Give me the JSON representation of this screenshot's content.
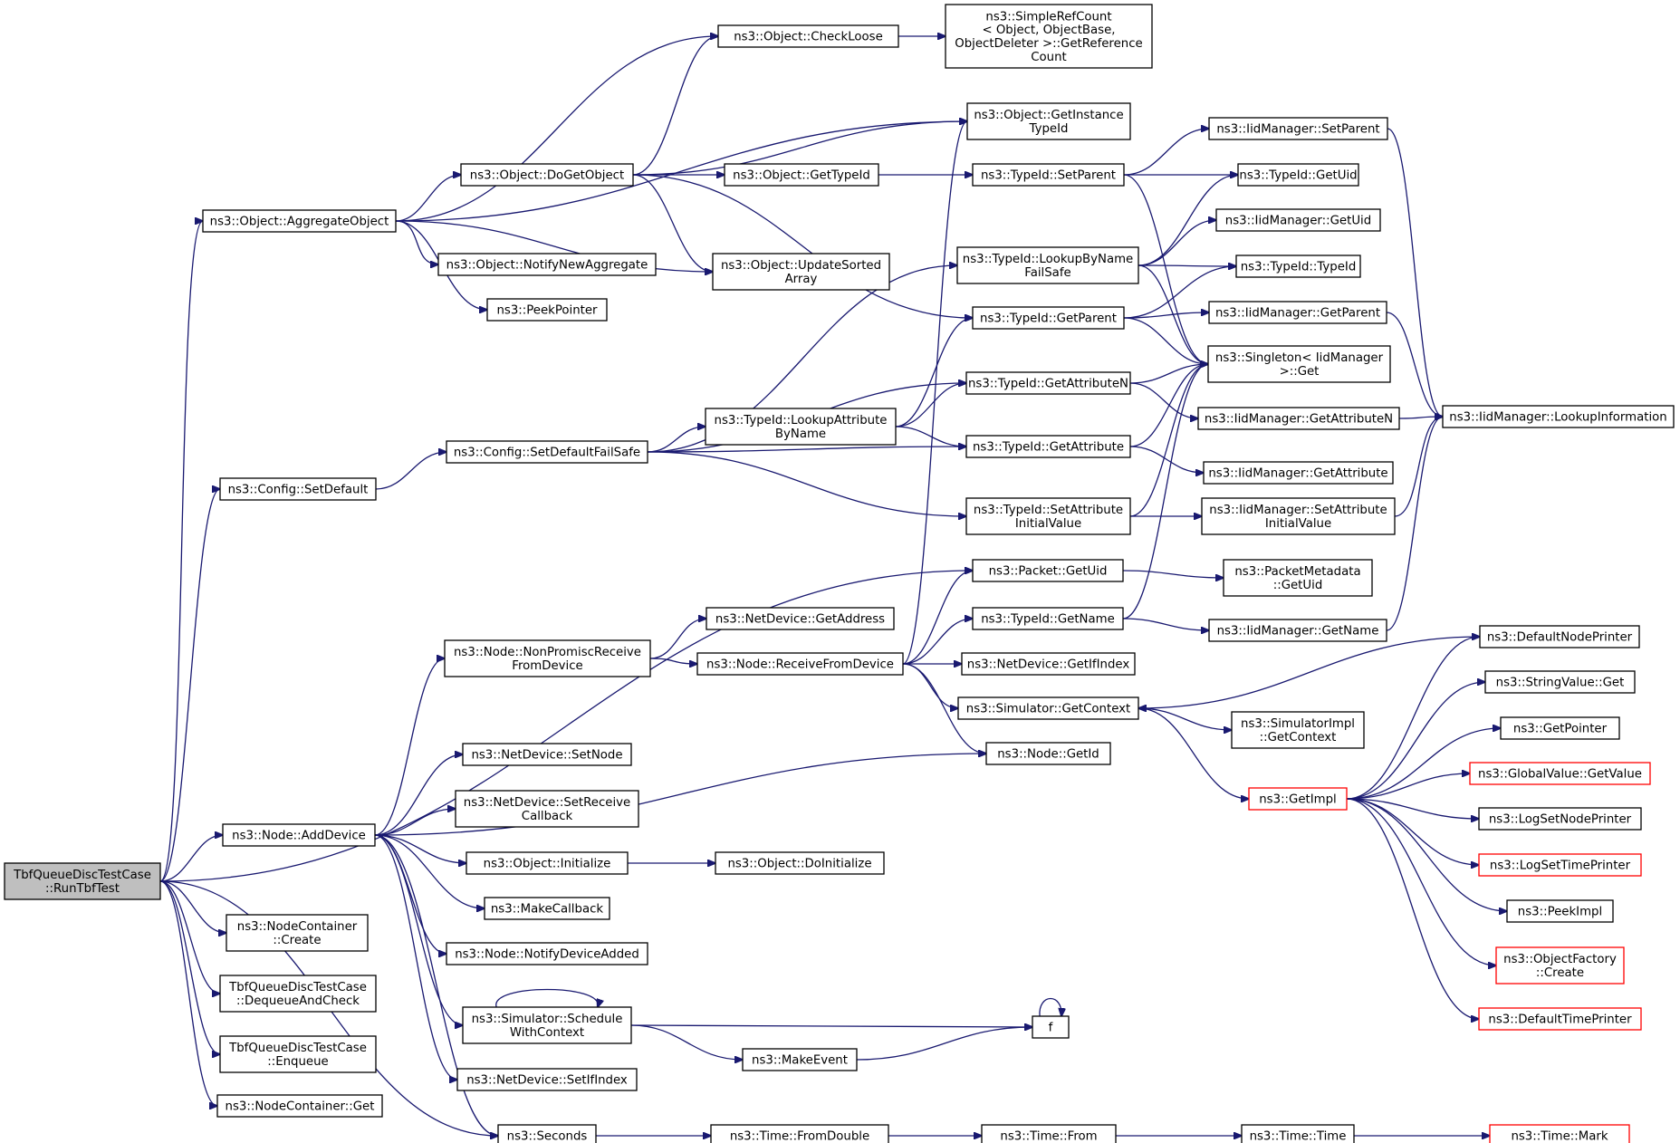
{
  "diagram": {
    "nodes": [
      {
        "id": "root",
        "lines": [
          "TbfQueueDiscTestCase",
          "::RunTbfTest"
        ],
        "style": "root"
      },
      {
        "id": "agg",
        "lines": [
          "ns3::Object::AggregateObject"
        ]
      },
      {
        "id": "setdef",
        "lines": [
          "ns3::Config::SetDefault"
        ]
      },
      {
        "id": "adddev",
        "lines": [
          "ns3::Node::AddDevice"
        ]
      },
      {
        "id": "nccreate",
        "lines": [
          "ns3::NodeContainer",
          "::Create"
        ]
      },
      {
        "id": "deq",
        "lines": [
          "TbfQueueDiscTestCase",
          "::DequeueAndCheck"
        ]
      },
      {
        "id": "enq",
        "lines": [
          "TbfQueueDiscTestCase",
          "::Enqueue"
        ]
      },
      {
        "id": "ncget",
        "lines": [
          "ns3::NodeContainer::Get"
        ]
      },
      {
        "id": "checkloose",
        "lines": [
          "ns3::Object::CheckLoose"
        ]
      },
      {
        "id": "dogetobj",
        "lines": [
          "ns3::Object::DoGetObject"
        ]
      },
      {
        "id": "notifynew",
        "lines": [
          "ns3::Object::NotifyNewAggregate"
        ]
      },
      {
        "id": "peekptr",
        "lines": [
          "ns3::PeekPointer"
        ]
      },
      {
        "id": "setdeffs",
        "lines": [
          "ns3::Config::SetDefaultFailSafe"
        ]
      },
      {
        "id": "nonpromisc",
        "lines": [
          "ns3::Node::NonPromiscReceive",
          "FromDevice"
        ]
      },
      {
        "id": "setnode",
        "lines": [
          "ns3::NetDevice::SetNode"
        ]
      },
      {
        "id": "setrecvcb",
        "lines": [
          "ns3::NetDevice::SetReceive",
          "Callback"
        ]
      },
      {
        "id": "objinit",
        "lines": [
          "ns3::Object::Initialize"
        ]
      },
      {
        "id": "makecb",
        "lines": [
          "ns3::MakeCallback"
        ]
      },
      {
        "id": "notifydev",
        "lines": [
          "ns3::Node::NotifyDeviceAdded"
        ]
      },
      {
        "id": "schedctx",
        "lines": [
          "ns3::Simulator::Schedule",
          "WithContext"
        ]
      },
      {
        "id": "setifidx",
        "lines": [
          "ns3::NetDevice::SetIfIndex"
        ]
      },
      {
        "id": "seconds",
        "lines": [
          "ns3::Seconds"
        ]
      },
      {
        "id": "simpleref",
        "lines": [
          "ns3::SimpleRefCount",
          "< Object, ObjectBase,",
          " ObjectDeleter >::GetReference",
          "Count"
        ]
      },
      {
        "id": "getinst",
        "lines": [
          "ns3::Object::GetInstance",
          "TypeId"
        ]
      },
      {
        "id": "gettypeid",
        "lines": [
          "ns3::Object::GetTypeId"
        ]
      },
      {
        "id": "updsorted",
        "lines": [
          "ns3::Object::UpdateSorted",
          "Array"
        ]
      },
      {
        "id": "lookupattr",
        "lines": [
          "ns3::TypeId::LookupAttribute",
          "ByName"
        ]
      },
      {
        "id": "getaddr",
        "lines": [
          "ns3::NetDevice::GetAddress"
        ]
      },
      {
        "id": "recvfrom",
        "lines": [
          "ns3::Node::ReceiveFromDevice"
        ]
      },
      {
        "id": "doinit",
        "lines": [
          "ns3::Object::DoInitialize"
        ]
      },
      {
        "id": "makeevent",
        "lines": [
          "ns3::MakeEvent"
        ]
      },
      {
        "id": "fromdouble",
        "lines": [
          "ns3::Time::FromDouble"
        ]
      },
      {
        "id": "tsetparent",
        "lines": [
          "ns3::TypeId::SetParent"
        ]
      },
      {
        "id": "lookupbyname",
        "lines": [
          "ns3::TypeId::LookupByName",
          "FailSafe"
        ]
      },
      {
        "id": "getparent",
        "lines": [
          "ns3::TypeId::GetParent"
        ]
      },
      {
        "id": "getattrn",
        "lines": [
          "ns3::TypeId::GetAttributeN"
        ]
      },
      {
        "id": "getattr",
        "lines": [
          "ns3::TypeId::GetAttribute"
        ]
      },
      {
        "id": "setattrinit",
        "lines": [
          "ns3::TypeId::SetAttribute",
          "InitialValue"
        ]
      },
      {
        "id": "pktuid",
        "lines": [
          "ns3::Packet::GetUid"
        ]
      },
      {
        "id": "tgetname",
        "lines": [
          "ns3::TypeId::GetName"
        ]
      },
      {
        "id": "getifidx",
        "lines": [
          "ns3::NetDevice::GetIfIndex"
        ]
      },
      {
        "id": "simctx",
        "lines": [
          "ns3::Simulator::GetContext"
        ]
      },
      {
        "id": "nodegetid",
        "lines": [
          "ns3::Node::GetId"
        ]
      },
      {
        "id": "f",
        "lines": [
          "f"
        ]
      },
      {
        "id": "timefrom",
        "lines": [
          "ns3::Time::From"
        ]
      },
      {
        "id": "iidsetparent",
        "lines": [
          "ns3::IidManager::SetParent"
        ]
      },
      {
        "id": "tgetuid",
        "lines": [
          "ns3::TypeId::GetUid"
        ]
      },
      {
        "id": "iidgetuid",
        "lines": [
          "ns3::IidManager::GetUid"
        ]
      },
      {
        "id": "ttypeid",
        "lines": [
          "ns3::TypeId::TypeId"
        ]
      },
      {
        "id": "iidgetparent",
        "lines": [
          "ns3::IidManager::GetParent"
        ]
      },
      {
        "id": "singleton",
        "lines": [
          "ns3::Singleton< IidManager",
          " >::Get"
        ]
      },
      {
        "id": "iidgetattrn",
        "lines": [
          "ns3::IidManager::GetAttributeN"
        ]
      },
      {
        "id": "iidgetattr",
        "lines": [
          "ns3::IidManager::GetAttribute"
        ]
      },
      {
        "id": "iidsetattr",
        "lines": [
          "ns3::IidManager::SetAttribute",
          "InitialValue"
        ]
      },
      {
        "id": "pmuid",
        "lines": [
          "ns3::PacketMetadata",
          "::GetUid"
        ]
      },
      {
        "id": "iidgetname",
        "lines": [
          "ns3::IidManager::GetName"
        ]
      },
      {
        "id": "simimplctx",
        "lines": [
          "ns3::SimulatorImpl",
          "::GetContext"
        ]
      },
      {
        "id": "getimpl",
        "lines": [
          "ns3::GetImpl"
        ],
        "style": "trunc"
      },
      {
        "id": "timetime",
        "lines": [
          "ns3::Time::Time"
        ]
      },
      {
        "id": "lookupinfo",
        "lines": [
          "ns3::IidManager::LookupInformation"
        ]
      },
      {
        "id": "defnodeprinter",
        "lines": [
          "ns3::DefaultNodePrinter"
        ]
      },
      {
        "id": "strvalget",
        "lines": [
          "ns3::StringValue::Get"
        ]
      },
      {
        "id": "getpointer",
        "lines": [
          "ns3::GetPointer"
        ]
      },
      {
        "id": "gvgetvalue",
        "lines": [
          "ns3::GlobalValue::GetValue"
        ],
        "style": "trunc"
      },
      {
        "id": "lognodeprinter",
        "lines": [
          "ns3::LogSetNodePrinter"
        ]
      },
      {
        "id": "logtimeprinter",
        "lines": [
          "ns3::LogSetTimePrinter"
        ],
        "style": "trunc"
      },
      {
        "id": "peekimpl",
        "lines": [
          "ns3::PeekImpl"
        ]
      },
      {
        "id": "objfactory",
        "lines": [
          "ns3::ObjectFactory",
          "::Create"
        ],
        "style": "trunc"
      },
      {
        "id": "deftimeprinter",
        "lines": [
          "ns3::DefaultTimePrinter"
        ],
        "style": "trunc"
      },
      {
        "id": "timemark",
        "lines": [
          "ns3::Time::Mark"
        ],
        "style": "trunc"
      }
    ],
    "edges": [
      [
        "root",
        "agg"
      ],
      [
        "root",
        "setdef"
      ],
      [
        "root",
        "pktuid"
      ],
      [
        "root",
        "adddev"
      ],
      [
        "root",
        "nccreate"
      ],
      [
        "root",
        "deq"
      ],
      [
        "root",
        "enq"
      ],
      [
        "root",
        "ncget"
      ],
      [
        "root",
        "seconds"
      ],
      [
        "agg",
        "checkloose"
      ],
      [
        "agg",
        "getinst"
      ],
      [
        "agg",
        "dogetobj"
      ],
      [
        "agg",
        "notifynew"
      ],
      [
        "agg",
        "peekptr"
      ],
      [
        "agg",
        "updsorted"
      ],
      [
        "dogetobj",
        "checkloose"
      ],
      [
        "dogetobj",
        "getinst"
      ],
      [
        "dogetobj",
        "gettypeid"
      ],
      [
        "dogetobj",
        "updsorted"
      ],
      [
        "dogetobj",
        "getparent"
      ],
      [
        "checkloose",
        "simpleref"
      ],
      [
        "gettypeid",
        "tsetparent"
      ],
      [
        "tsetparent",
        "iidsetparent"
      ],
      [
        "tsetparent",
        "tgetuid"
      ],
      [
        "tsetparent",
        "singleton"
      ],
      [
        "iidsetparent",
        "lookupinfo"
      ],
      [
        "lookupbyname",
        "tgetuid"
      ],
      [
        "lookupbyname",
        "iidgetuid"
      ],
      [
        "lookupbyname",
        "ttypeid"
      ],
      [
        "lookupbyname",
        "singleton"
      ],
      [
        "getparent",
        "ttypeid"
      ],
      [
        "getparent",
        "iidgetparent"
      ],
      [
        "getparent",
        "singleton"
      ],
      [
        "iidgetparent",
        "lookupinfo"
      ],
      [
        "setdef",
        "setdeffs"
      ],
      [
        "setdeffs",
        "lookupbyname"
      ],
      [
        "setdeffs",
        "getattrn"
      ],
      [
        "setdeffs",
        "lookupattr"
      ],
      [
        "setdeffs",
        "getattr"
      ],
      [
        "setdeffs",
        "setattrinit"
      ],
      [
        "lookupattr",
        "getparent"
      ],
      [
        "lookupattr",
        "getattrn"
      ],
      [
        "lookupattr",
        "getattr"
      ],
      [
        "getattrn",
        "singleton"
      ],
      [
        "getattrn",
        "iidgetattrn"
      ],
      [
        "iidgetattrn",
        "lookupinfo"
      ],
      [
        "getattr",
        "singleton"
      ],
      [
        "getattr",
        "iidgetattr"
      ],
      [
        "setattrinit",
        "singleton"
      ],
      [
        "setattrinit",
        "iidsetattr"
      ],
      [
        "iidsetattr",
        "lookupinfo"
      ],
      [
        "pktuid",
        "pmuid"
      ],
      [
        "tgetname",
        "singleton"
      ],
      [
        "tgetname",
        "iidgetname"
      ],
      [
        "iidgetname",
        "lookupinfo"
      ],
      [
        "adddev",
        "nonpromisc"
      ],
      [
        "adddev",
        "nodegetid"
      ],
      [
        "adddev",
        "setnode"
      ],
      [
        "adddev",
        "setrecvcb"
      ],
      [
        "adddev",
        "objinit"
      ],
      [
        "adddev",
        "makecb"
      ],
      [
        "adddev",
        "notifydev"
      ],
      [
        "adddev",
        "schedctx"
      ],
      [
        "adddev",
        "setifidx"
      ],
      [
        "adddev",
        "seconds"
      ],
      [
        "nonpromisc",
        "getaddr"
      ],
      [
        "nonpromisc",
        "recvfrom"
      ],
      [
        "recvfrom",
        "getinst"
      ],
      [
        "recvfrom",
        "pktuid"
      ],
      [
        "recvfrom",
        "tgetname"
      ],
      [
        "recvfrom",
        "getifidx"
      ],
      [
        "recvfrom",
        "simctx"
      ],
      [
        "recvfrom",
        "nodegetid"
      ],
      [
        "simctx",
        "simimplctx"
      ],
      [
        "simctx",
        "getimpl"
      ],
      [
        "getimpl",
        "defnodeprinter"
      ],
      [
        "getimpl",
        "strvalget"
      ],
      [
        "getimpl",
        "getpointer"
      ],
      [
        "getimpl",
        "gvgetvalue"
      ],
      [
        "getimpl",
        "lognodeprinter"
      ],
      [
        "getimpl",
        "logtimeprinter"
      ],
      [
        "getimpl",
        "peekimpl"
      ],
      [
        "getimpl",
        "objfactory"
      ],
      [
        "getimpl",
        "deftimeprinter"
      ],
      [
        "defnodeprinter",
        "simctx"
      ],
      [
        "objinit",
        "doinit"
      ],
      [
        "schedctx",
        "schedctx"
      ],
      [
        "schedctx",
        "f"
      ],
      [
        "schedctx",
        "makeevent"
      ],
      [
        "makeevent",
        "f"
      ],
      [
        "f",
        "f"
      ],
      [
        "seconds",
        "fromdouble"
      ],
      [
        "fromdouble",
        "timefrom"
      ],
      [
        "timefrom",
        "timetime"
      ],
      [
        "timetime",
        "timemark"
      ]
    ]
  }
}
